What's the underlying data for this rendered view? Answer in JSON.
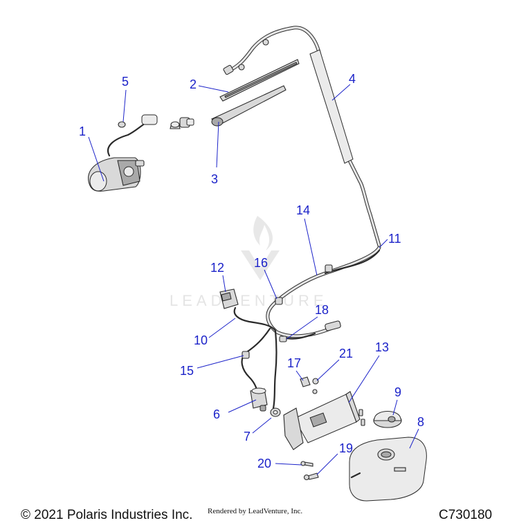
{
  "diagram": {
    "watermark": {
      "text": "LEADVENTURE",
      "logo_icon": "flame-chevron-logo"
    },
    "callouts": [
      {
        "id": "c1",
        "label": "1"
      },
      {
        "id": "c2",
        "label": "2"
      },
      {
        "id": "c3",
        "label": "3"
      },
      {
        "id": "c4",
        "label": "4"
      },
      {
        "id": "c5",
        "label": "5"
      },
      {
        "id": "c6",
        "label": "6"
      },
      {
        "id": "c7",
        "label": "7"
      },
      {
        "id": "c8",
        "label": "8"
      },
      {
        "id": "c9",
        "label": "9"
      },
      {
        "id": "c10",
        "label": "10"
      },
      {
        "id": "c11",
        "label": "11"
      },
      {
        "id": "c12",
        "label": "12"
      },
      {
        "id": "c13",
        "label": "13"
      },
      {
        "id": "c14",
        "label": "14"
      },
      {
        "id": "c15",
        "label": "15"
      },
      {
        "id": "c16",
        "label": "16"
      },
      {
        "id": "c17",
        "label": "17"
      },
      {
        "id": "c18",
        "label": "18"
      },
      {
        "id": "c19",
        "label": "19"
      },
      {
        "id": "c20",
        "label": "20"
      },
      {
        "id": "c21",
        "label": "21"
      }
    ],
    "accent_color": "#1b22c9"
  },
  "footer": {
    "copyright": "© 2021 Polaris Industries Inc.",
    "rendered_by": "Rendered by LeadVenture, Inc.",
    "code": "C730180"
  }
}
